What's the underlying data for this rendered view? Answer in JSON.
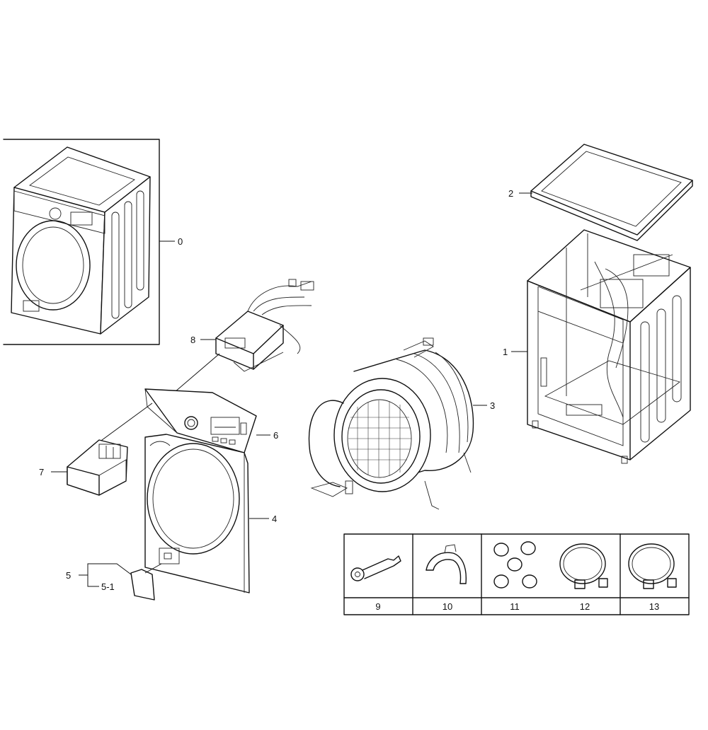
{
  "callouts": {
    "c0": "0",
    "c1": "1",
    "c2": "2",
    "c3": "3",
    "c4": "4",
    "c5": "5",
    "c5_1": "5-1",
    "c6": "6",
    "c7": "7",
    "c8": "8"
  },
  "accessory_table": {
    "cells": [
      "9",
      "10",
      "11",
      "12",
      "13"
    ]
  }
}
